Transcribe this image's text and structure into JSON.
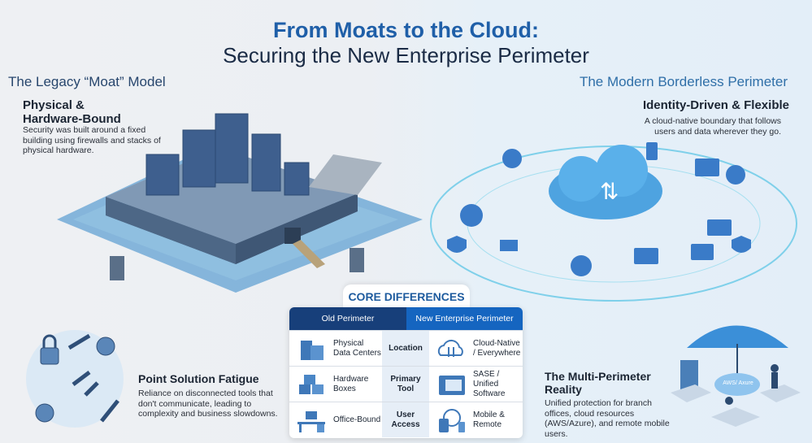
{
  "title": {
    "line1": "From Moats to the Cloud:",
    "line2": "Securing the New Enterprise Perimeter"
  },
  "legacy": {
    "heading": "The Legacy “Moat” Model",
    "subheading_1": "Physical &",
    "subheading_2": "Hardware-Bound",
    "body": "Security was built around a fixed building using firewalls and stacks of physical hardware."
  },
  "modern": {
    "heading": "The Modern Borderless Perimeter",
    "subheading": "Identity-Driven & Flexible",
    "body": "A cloud-native boundary that follows users and data wherever they go."
  },
  "point_solution": {
    "heading": "Point Solution Fatigue",
    "body": "Reliance on disconnected tools that don't communicate, leading to complexity and business slowdowns."
  },
  "multi_perimeter": {
    "heading": "The Multi-Perimeter Reality",
    "body": "Unified protection for branch offices, cloud resources (AWS/Azure), and remote mobile users.",
    "cloud_label": "AWS/ Axure"
  },
  "core_differences": {
    "title": "CORE DIFFERENCES",
    "headers": {
      "old": "Old Perimeter",
      "new": "New Enterprise Perimeter"
    },
    "rows": [
      {
        "old": "Physical Data Centers",
        "old_icon": "building-icon",
        "aspect": "Location",
        "new": "Cloud-Native / Everywhere",
        "new_icon": "cloud-sync-icon"
      },
      {
        "old": "Hardware Boxes",
        "old_icon": "boxes-icon",
        "aspect": "Primary Tool",
        "new": "SASE / Unified Software",
        "new_icon": "software-window-icon"
      },
      {
        "old": "Office-Bound",
        "old_icon": "desk-icon",
        "aspect": "User Access",
        "new": "Mobile & Remote",
        "new_icon": "devices-globe-icon"
      }
    ]
  },
  "colors": {
    "title": "#1f5fa8",
    "old_header": "#173f7a",
    "new_header": "#1565c0",
    "accent": "#4a90d9"
  }
}
